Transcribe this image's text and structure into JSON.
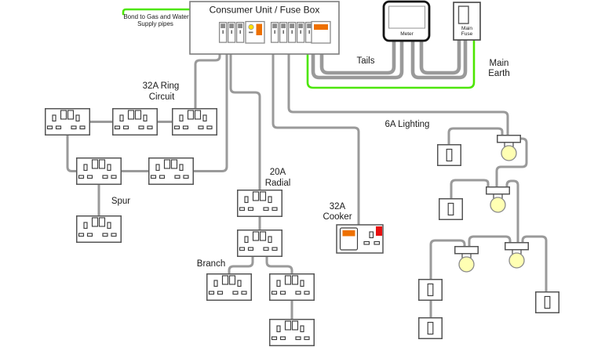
{
  "diagram": {
    "title": "Consumer Unit / Fuse Box",
    "labels": {
      "bond_line1": "Bond to Gas and Water",
      "bond_line2": "Supply pipes",
      "meter": "Meter",
      "main_fuse_line1": "Main",
      "main_fuse_line2": "Fuse",
      "tails": "Tails",
      "main_earth_line1": "Main",
      "main_earth_line2": "Earth",
      "lighting": "6A Lighting",
      "ring_line1": "32A Ring",
      "ring_line2": "Circuit",
      "spur": "Spur",
      "radial_line1": "20A",
      "radial_line2": "Radial",
      "branch": "Branch",
      "cooker_line1": "32A",
      "cooker_line2": "Cooker"
    },
    "colors": {
      "wire": "#9a9a9a",
      "earth_wire": "#4ce600",
      "outline": "#555555",
      "switch_orange": "#ee7000",
      "indicator_red": "#e81010",
      "rcd_dot_yellow": "#ffe000",
      "bulb_yellow": "#ffffb3"
    },
    "components": {
      "breakers_left_of_rcd": 3,
      "breakers_right_group": 5,
      "rcd_units": 1,
      "main_switch_units": 1,
      "double_sockets": 11,
      "light_switches": 5,
      "ceiling_lights": 4,
      "cooker_control_units": 1,
      "meters": 1,
      "main_fuses": 1
    }
  }
}
